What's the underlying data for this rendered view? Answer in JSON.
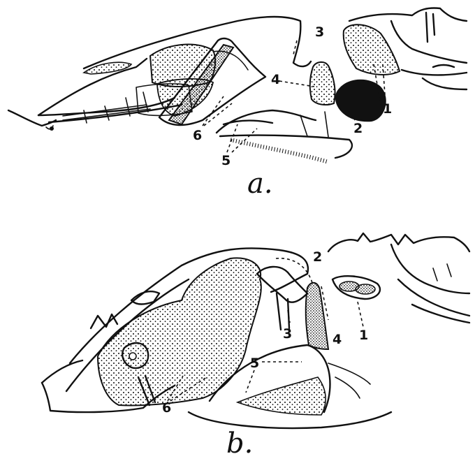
{
  "figures": [
    {
      "id": "a",
      "caption": "a.",
      "labels": [
        "1",
        "2",
        "3",
        "4",
        "5",
        "6"
      ]
    },
    {
      "id": "b",
      "caption": "b.",
      "labels": [
        "1",
        "2",
        "3",
        "4",
        "5",
        "6"
      ]
    }
  ]
}
